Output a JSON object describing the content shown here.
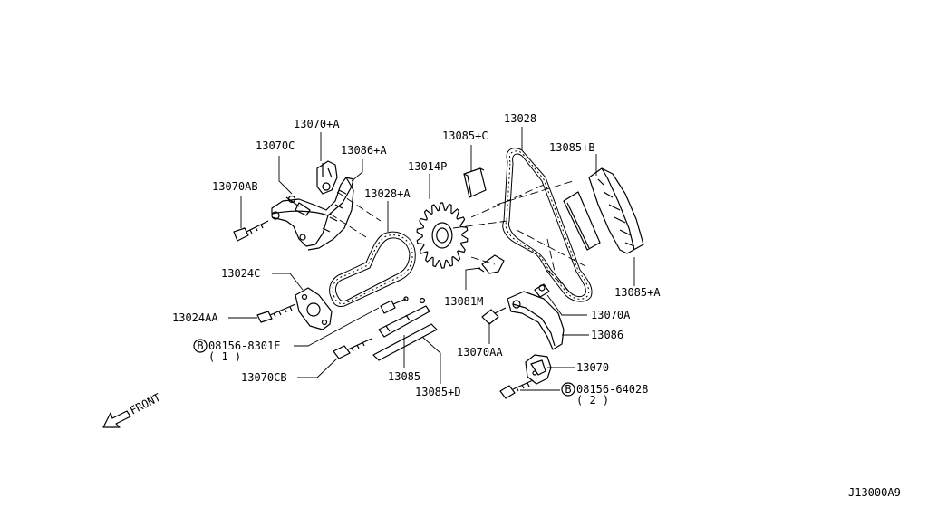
{
  "diagram_id": "J13000A9",
  "front_label": "FRONT",
  "bolt_symbol": "B",
  "labels": {
    "l_13070A_top": "13070+A",
    "l_13070C": "13070C",
    "l_13086A": "13086+A",
    "l_13070AB": "13070AB",
    "l_13028A": "13028+A",
    "l_13014P": "13014P",
    "l_13085C": "13085+C",
    "l_13028": "13028",
    "l_13085B": "13085+B",
    "l_13085A": "13085+A",
    "l_13024C": "13024C",
    "l_13024AA": "13024AA",
    "l_08156_8301E": "08156-8301E",
    "l_qty1": "( 1 )",
    "l_13070CB": "13070CB",
    "l_13085": "13085",
    "l_13085D": "13085+D",
    "l_13081M": "13081M",
    "l_13070A": "13070A",
    "l_13086": "13086",
    "l_13070AA": "13070AA",
    "l_13070": "13070",
    "l_08156_64028": "08156-64028",
    "l_qty2": "( 2 )"
  }
}
